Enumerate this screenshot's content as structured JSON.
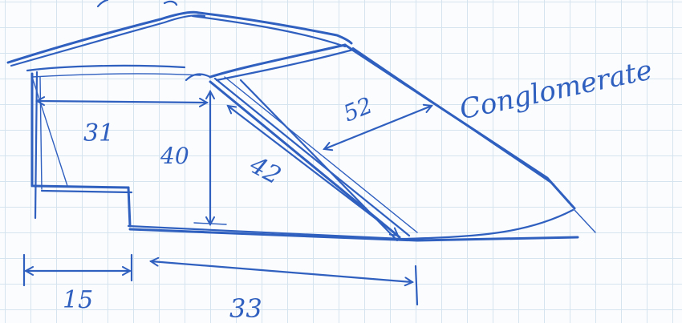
{
  "sketch": {
    "ink_color": "#2f5fbf",
    "grid_color": "#d6e4f0",
    "labels": {
      "dim_top_width": "31",
      "dim_height": "40",
      "dim_slope": "42",
      "dim_perp": "52",
      "dim_base_left": "15",
      "dim_base_right": "33",
      "material": "Conglomerate"
    }
  }
}
